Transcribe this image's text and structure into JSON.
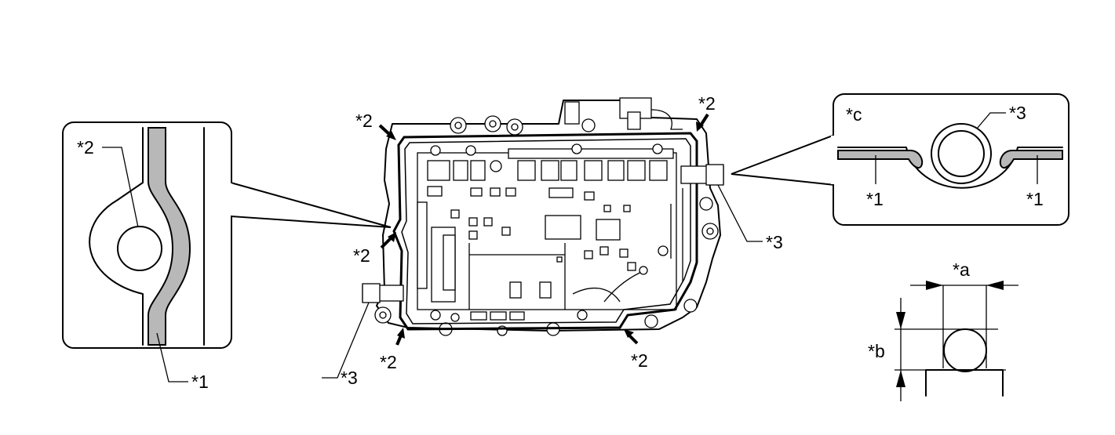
{
  "labels": {
    "left_detail_hole": "*2",
    "left_detail_bead": "*1",
    "main_top_left": "*2",
    "main_top_right": "*2",
    "main_left_mid": "*2",
    "main_bottom_left": "*2",
    "main_bottom_right": "*2",
    "main_right_pipe": "*3",
    "main_left_pipe": "*3",
    "right_detail_view": "*c",
    "right_detail_pipe": "*3",
    "right_detail_bead_left": "*1",
    "right_detail_bead_right": "*1",
    "dimension_width": "*a",
    "dimension_height": "*b"
  },
  "colors": {
    "seal_bead": "#b8b8b8",
    "line": "#000000",
    "background": "#ffffff"
  }
}
